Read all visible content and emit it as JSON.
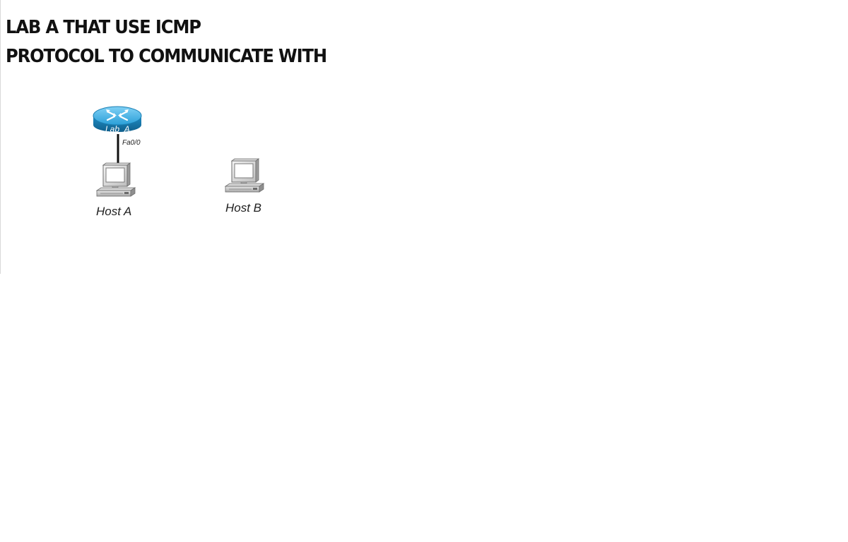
{
  "title": {
    "line1": "LAB A THAT USE ICMP",
    "line2": "PROTOCOL TO COMMUNICATE WITH"
  },
  "diagram": {
    "router": {
      "label": "Lab_A",
      "icon": "router-icon",
      "color": "#2a9fd8"
    },
    "link": {
      "port_label": "Fa0/0",
      "connects": [
        "Lab_A",
        "Host A"
      ]
    },
    "hosts": [
      {
        "label": "Host A",
        "icon": "desktop-computer-icon"
      },
      {
        "label": "Host B",
        "icon": "desktop-computer-icon"
      }
    ]
  }
}
